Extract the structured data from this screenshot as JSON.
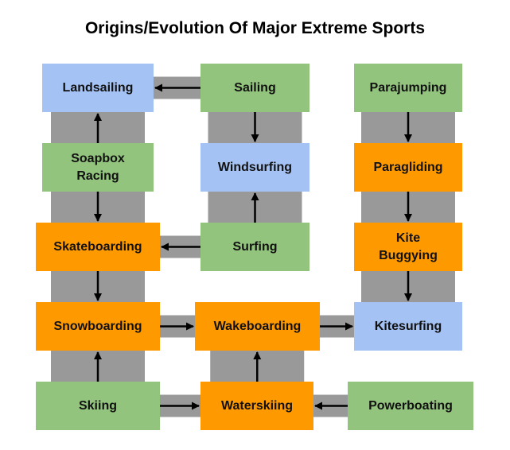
{
  "title": "Origins/Evolution Of Major Extreme Sports",
  "colors": {
    "green": "#93c47d",
    "blue": "#a4c2f4",
    "orange": "#ff9900",
    "connector": "#999999",
    "arrow": "#000000"
  },
  "nodes": [
    {
      "id": "landsailing",
      "label": "Landsailing",
      "color": "blue"
    },
    {
      "id": "sailing",
      "label": "Sailing",
      "color": "green"
    },
    {
      "id": "parajumping",
      "label": "Parajumping",
      "color": "green"
    },
    {
      "id": "soapbox",
      "label": "Soapbox\nRacing",
      "color": "green"
    },
    {
      "id": "windsurfing",
      "label": "Windsurfing",
      "color": "blue"
    },
    {
      "id": "paragliding",
      "label": "Paragliding",
      "color": "orange"
    },
    {
      "id": "skateboarding",
      "label": "Skateboarding",
      "color": "orange"
    },
    {
      "id": "surfing",
      "label": "Surfing",
      "color": "green"
    },
    {
      "id": "kitebuggying",
      "label": "Kite\nBuggying",
      "color": "orange"
    },
    {
      "id": "snowboarding",
      "label": "Snowboarding",
      "color": "orange"
    },
    {
      "id": "wakeboarding",
      "label": "Wakeboarding",
      "color": "orange"
    },
    {
      "id": "kitesurfing",
      "label": "Kitesurfing",
      "color": "blue"
    },
    {
      "id": "skiing",
      "label": "Skiing",
      "color": "green"
    },
    {
      "id": "waterskiing",
      "label": "Waterskiing",
      "color": "orange"
    },
    {
      "id": "powerboating",
      "label": "Powerboating",
      "color": "green"
    }
  ],
  "edges": [
    {
      "from": "sailing",
      "to": "landsailing"
    },
    {
      "from": "sailing",
      "to": "windsurfing"
    },
    {
      "from": "soapbox",
      "to": "landsailing"
    },
    {
      "from": "soapbox",
      "to": "skateboarding"
    },
    {
      "from": "surfing",
      "to": "windsurfing"
    },
    {
      "from": "surfing",
      "to": "skateboarding"
    },
    {
      "from": "parajumping",
      "to": "paragliding"
    },
    {
      "from": "paragliding",
      "to": "kitebuggying"
    },
    {
      "from": "kitebuggying",
      "to": "kitesurfing"
    },
    {
      "from": "skateboarding",
      "to": "snowboarding"
    },
    {
      "from": "snowboarding",
      "to": "wakeboarding"
    },
    {
      "from": "wakeboarding",
      "to": "kitesurfing"
    },
    {
      "from": "skiing",
      "to": "snowboarding"
    },
    {
      "from": "skiing",
      "to": "waterskiing"
    },
    {
      "from": "waterskiing",
      "to": "wakeboarding"
    },
    {
      "from": "powerboating",
      "to": "waterskiing"
    }
  ]
}
